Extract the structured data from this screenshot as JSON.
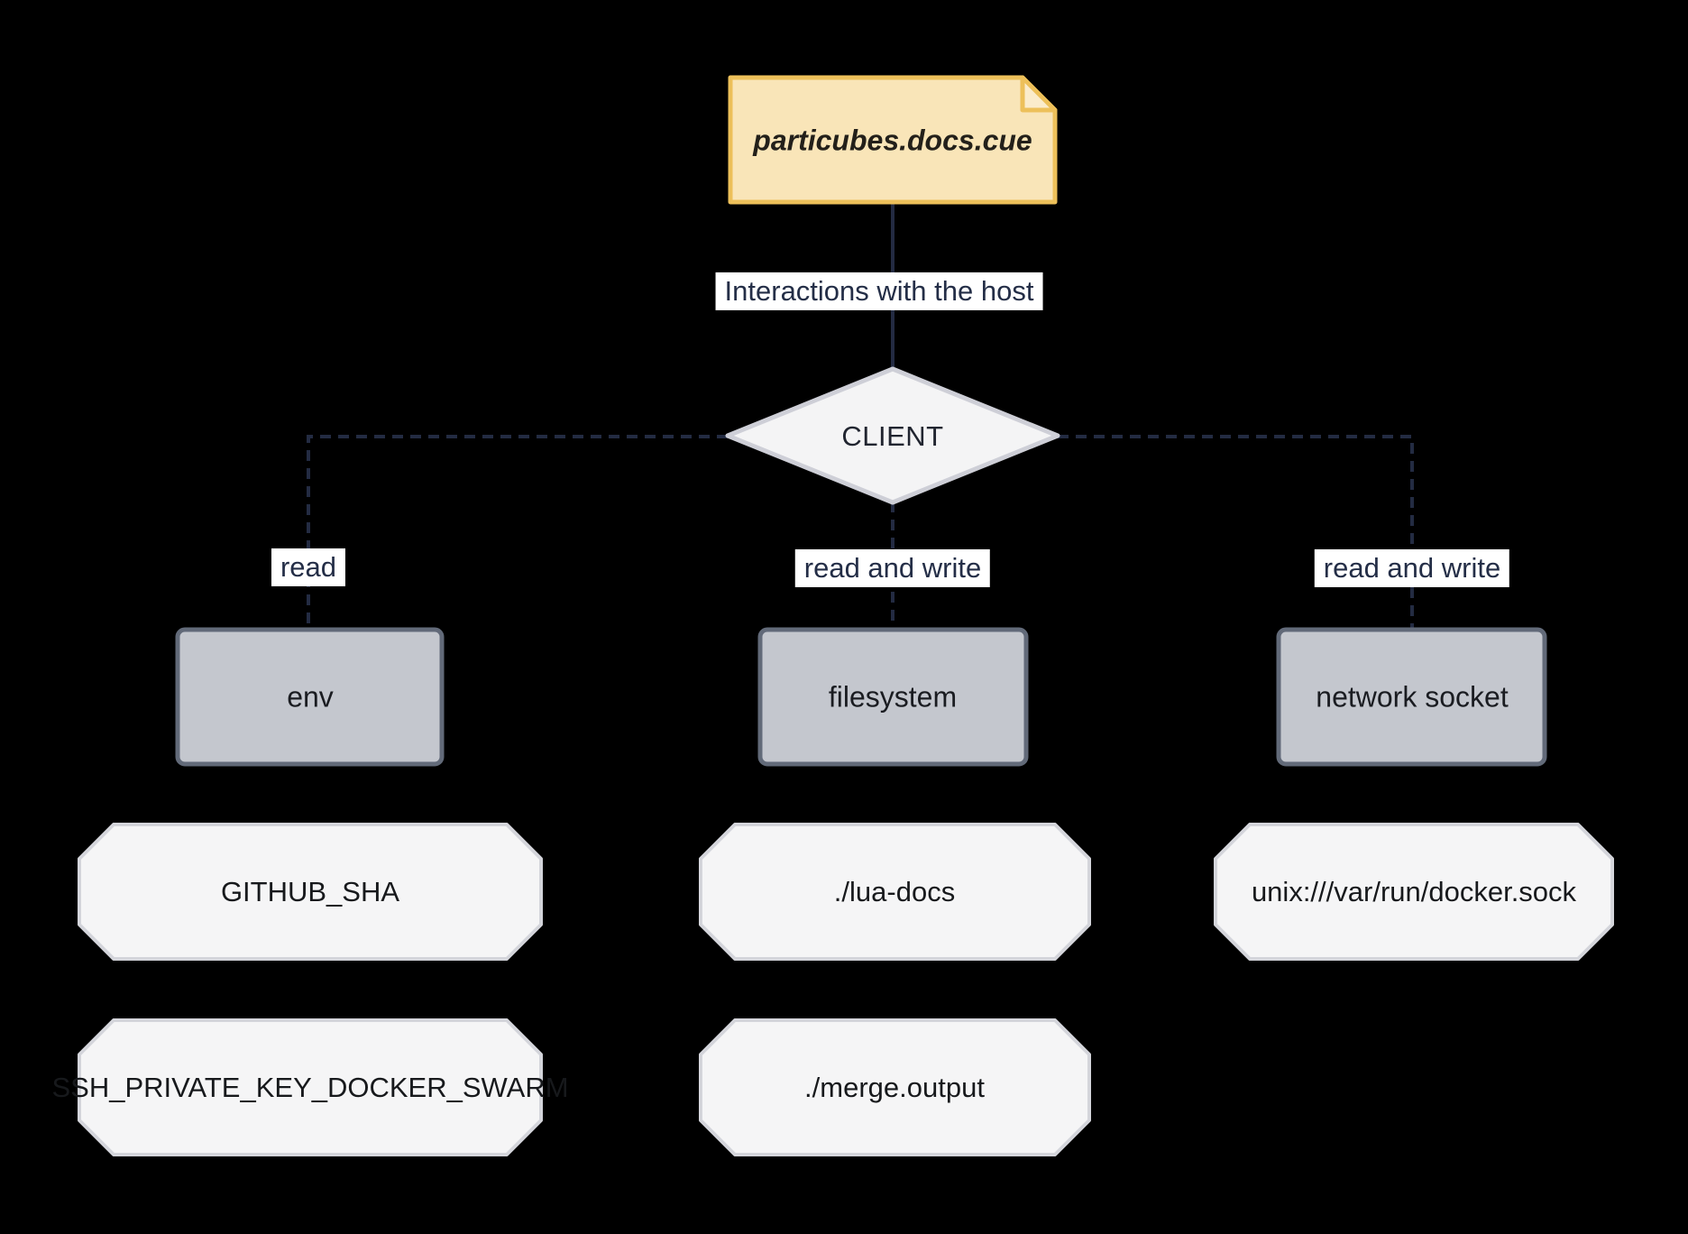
{
  "diagram": {
    "type": "flowchart",
    "background": "#000000"
  },
  "palette": {
    "edge_line": "#232b42",
    "edge_label_bg": "#ffffff",
    "edge_label_text": "#242e47",
    "note_fill": "#f9e5b8",
    "note_border": "#edc05a",
    "note_fold_fill": "#fbeccc",
    "decision_fill": "#f4f4f5",
    "decision_border": "#cecfd7",
    "resource_fill": "#c4c7ce",
    "resource_border": "#626a79",
    "value_fill": "#f5f5f6",
    "value_border": "#d4d5db",
    "node_text": "#1a1c21"
  },
  "nodes": {
    "note": {
      "label": "particubes.docs.cue",
      "shape": "note"
    },
    "client": {
      "label": "CLIENT",
      "shape": "diamond"
    },
    "env": {
      "label": "env",
      "shape": "rect"
    },
    "filesystem": {
      "label": "filesystem",
      "shape": "rect"
    },
    "network_socket": {
      "label": "network socket",
      "shape": "rect"
    },
    "github_sha": {
      "label": "GITHUB_SHA",
      "shape": "hexagon"
    },
    "ssh_private_key": {
      "label": "SSH_PRIVATE_KEY_DOCKER_SWARM",
      "shape": "hexagon"
    },
    "lua_docs": {
      "label": "./lua-docs",
      "shape": "hexagon"
    },
    "merge_output": {
      "label": "./merge.output",
      "shape": "hexagon"
    },
    "docker_socket": {
      "label": "unix:///var/run/docker.sock",
      "shape": "hexagon"
    }
  },
  "edges": {
    "note_to_client": {
      "label": "Interactions with the host",
      "style": "solid"
    },
    "client_to_env": {
      "label": "read",
      "style": "dashed"
    },
    "client_to_filesystem": {
      "label": "read and write",
      "style": "dashed"
    },
    "client_to_network_socket": {
      "label": "read and write",
      "style": "dashed"
    }
  }
}
